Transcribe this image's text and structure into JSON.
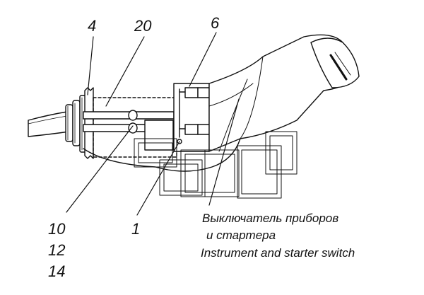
{
  "callouts": {
    "c4": "4",
    "c20": "20",
    "c6": "6",
    "c10": "10",
    "c12": "12",
    "c14": "14",
    "c1": "1"
  },
  "caption": {
    "line1": "Выключатель приборов",
    "line2": "и стартера",
    "line3": "Instrument and starter switch"
  },
  "colors": {
    "ink": "#111111",
    "paper": "#ffffff"
  }
}
